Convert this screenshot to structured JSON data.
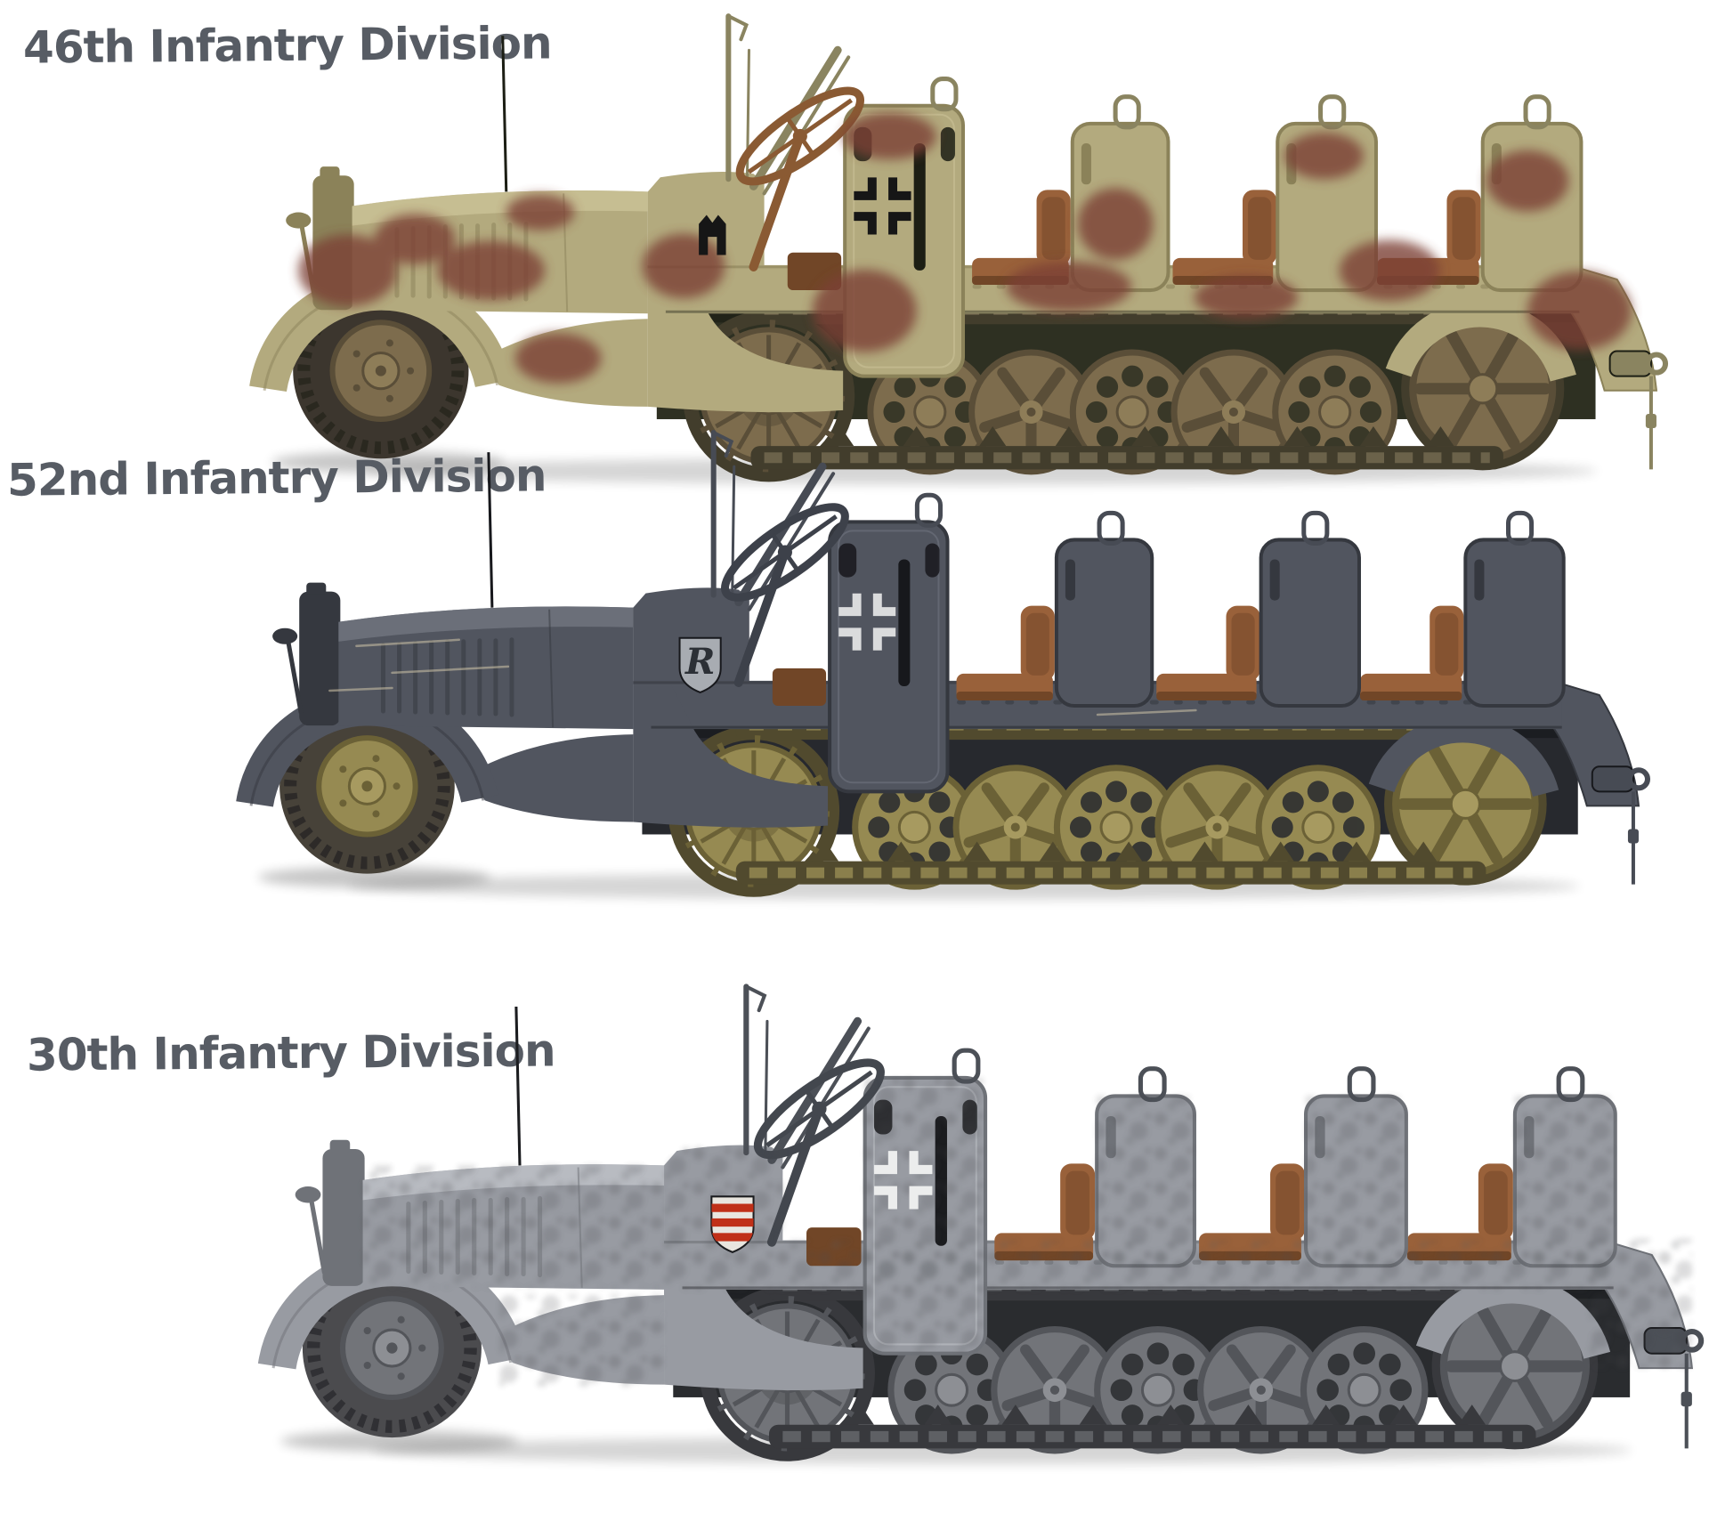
{
  "ui": {
    "background": "#ffffff",
    "label_color": "#575c64"
  },
  "vehicles": [
    {
      "label": "46th Infantry Division",
      "camouflage": "dark-yellow with red-brown blotches",
      "markings": [
        "balkenkreuz-black",
        "tactical-sign-black"
      ],
      "colors": {
        "base": "#b3aa7e",
        "baselight": "#cfc69b",
        "basedark": "#8b8259",
        "camo": "#7b4034",
        "hull": "#2e3022",
        "hulldark": "#1c1e14",
        "tire": "#3c362e",
        "wheelface": "#7d6c4d",
        "wheeldark": "#5a4e38",
        "hub": "#8e7d58",
        "track": "#6b624a",
        "trackdark": "#423d2c",
        "seat": "#99613a",
        "seatdark": "#714627",
        "steer": "#8a5a33",
        "frame": "#8a8460",
        "cross": "#161616"
      }
    },
    {
      "label": "52nd Infantry Division",
      "camouflage": "panzer grey with olive wheels and tracks",
      "markings": [
        "balkenkreuz-white-outline",
        "shield-r-emblem"
      ],
      "emblem_letter": "R",
      "colors": {
        "base": "#51555f",
        "baselight": "#767a85",
        "basedark": "#35383f",
        "camo": "transparent",
        "hull": "#27292e",
        "hulldark": "#17181c",
        "tire": "#474239",
        "wheelface": "#968a52",
        "wheeldark": "#6b6136",
        "hub": "#a79a60",
        "track": "#8a7f4c",
        "trackdark": "#514a2e",
        "seat": "#99613a",
        "seatdark": "#714627",
        "steer": "#3d414a",
        "frame": "#474b54",
        "cross": "#dadbdc",
        "shieldbg": "#a8acb2",
        "shieldtext": "#2c3036",
        "scratch": "#cfc5a8"
      }
    },
    {
      "label": "30th Infantry Division",
      "camouflage": "mottled grey whitewash",
      "markings": [
        "balkenkreuz-white-outline",
        "shield-red-white-stripes"
      ],
      "colors": {
        "base": "#989ba2",
        "baselight": "#c6c9ce",
        "basedark": "#6f7278",
        "camo": "transparent",
        "hull": "#2a2c2f",
        "hulldark": "#1b1c1f",
        "tire": "#4b4b4e",
        "wheelface": "#727479",
        "wheeldark": "#53555a",
        "hub": "#8d8f94",
        "track": "#5e6064",
        "trackdark": "#38393d",
        "seat": "#99613a",
        "seatdark": "#714627",
        "steer": "#43474e",
        "frame": "#4c5057",
        "cross": "#eceded",
        "shieldred": "#c03018",
        "shieldwhite": "#e9e6df"
      }
    }
  ]
}
